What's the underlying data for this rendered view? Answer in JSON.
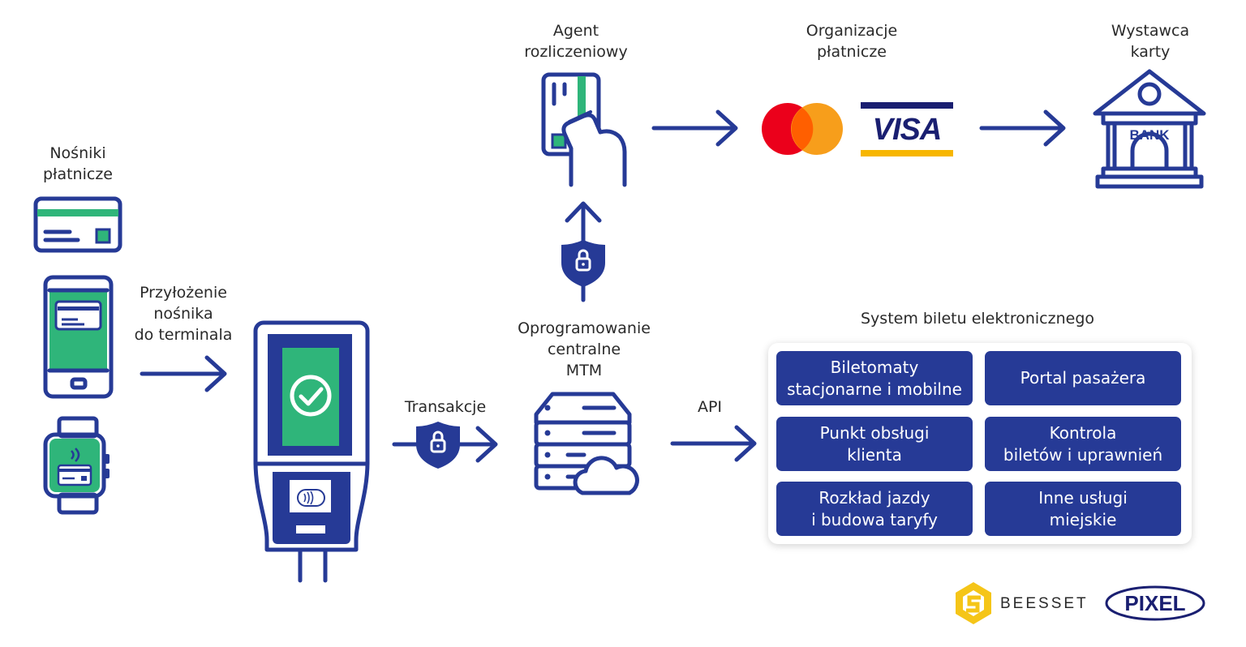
{
  "labels": {
    "carriers": [
      "Nośniki",
      "płatnicze"
    ],
    "tap": [
      "Przyłożenie",
      "nośnika",
      "do terminala"
    ],
    "transactions": "Transakcje",
    "central_software": [
      "Oprogramowanie",
      "centralne",
      "MTM"
    ],
    "api": "API",
    "agent": [
      "Agent",
      "rozliczeniowy"
    ],
    "organizations": [
      "Organizacje",
      "płatnicze"
    ],
    "issuer": [
      "Wystawca",
      "karty"
    ],
    "ticket_system": "System biletu elektronicznego"
  },
  "tiles": [
    [
      "Biletomaty",
      "stacjonarne i mobilne"
    ],
    [
      "Portal pasażera"
    ],
    [
      "Punkt obsługi",
      "klienta"
    ],
    [
      "Kontrola",
      "biletów i uprawnień"
    ],
    [
      "Rozkład jazdy",
      "i budowa taryfy"
    ],
    [
      "Inne usługi",
      "miejskie"
    ]
  ],
  "icons": {
    "visa_text": "VISA",
    "bank_text": "BANK"
  },
  "logos": {
    "beesset": "BEESSET",
    "pixel": "PIXEL"
  },
  "colors": {
    "navy": "#263a96",
    "green": "#2fb57a",
    "mastercard_red": "#eb001b",
    "mastercard_orange": "#f79e1b",
    "visa_gold": "#f7b600",
    "beesset_yellow": "#f5c518"
  }
}
